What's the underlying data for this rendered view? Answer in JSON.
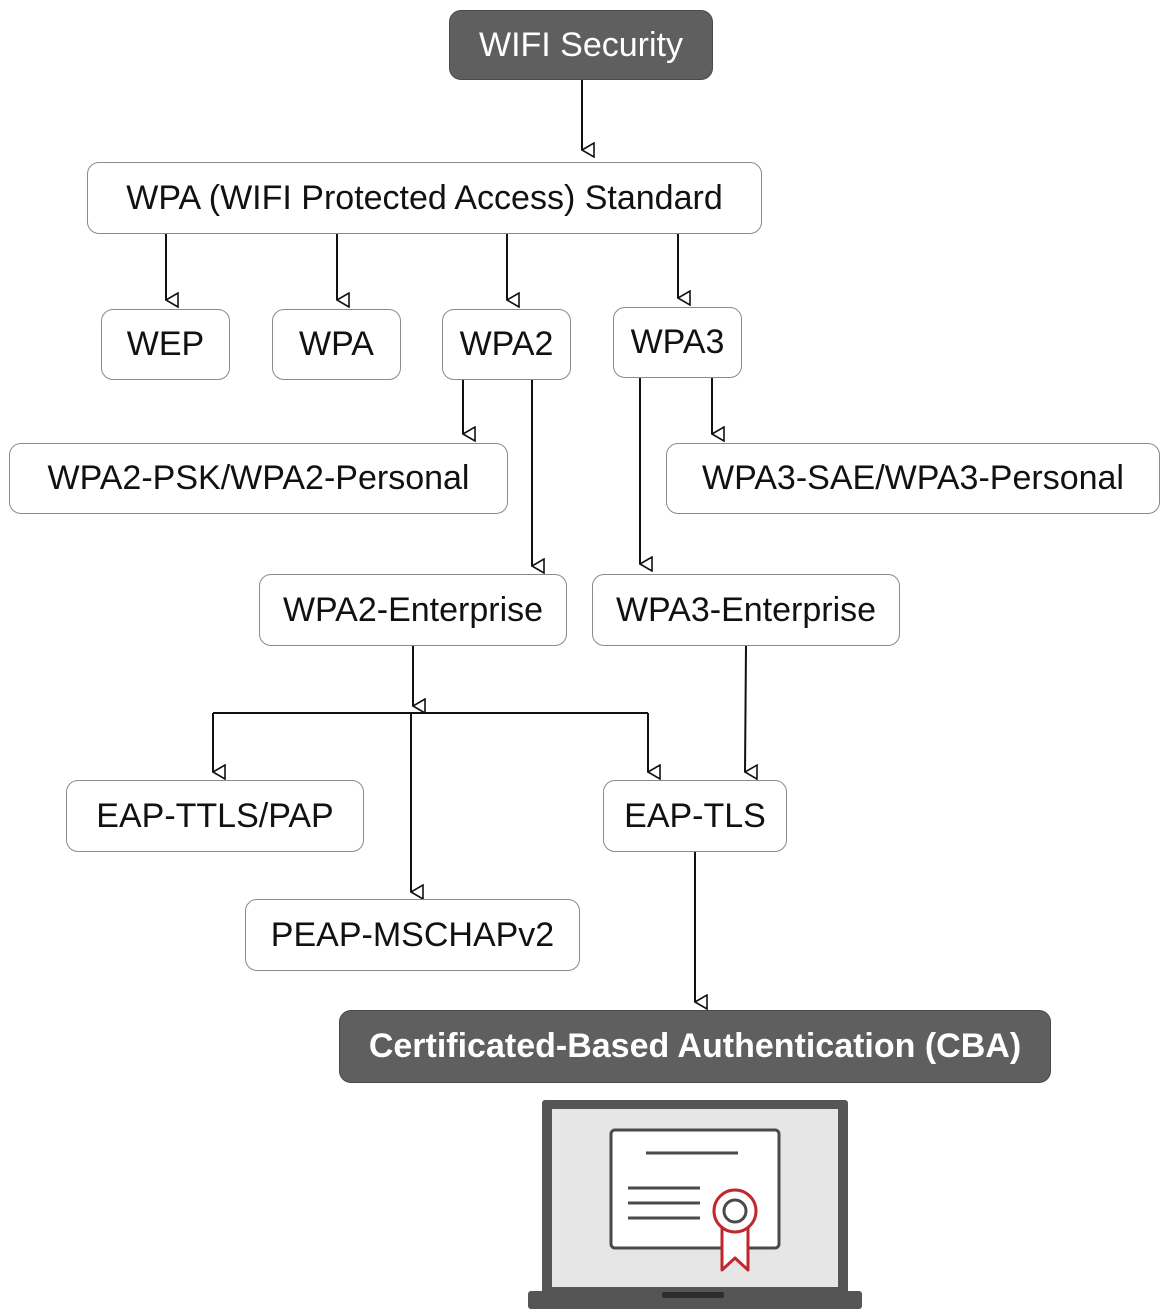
{
  "colors": {
    "dark_node_fill": "#5f5f5f",
    "dark_node_text": "#ffffff",
    "light_node_border": "#8a8a8a",
    "connector": "#111111",
    "seal_accent": "#c0282e"
  },
  "nodes": {
    "root": "WIFI Security",
    "wpa_standard": "WPA (WIFI Protected Access) Standard",
    "wep": "WEP",
    "wpa": "WPA",
    "wpa2": "WPA2",
    "wpa3": "WPA3",
    "wpa2_psk": "WPA2-PSK/WPA2-Personal",
    "wpa3_sae": "WPA3-SAE/WPA3-Personal",
    "wpa2_enterprise": "WPA2-Enterprise",
    "wpa3_enterprise": "WPA3-Enterprise",
    "eap_ttls": "EAP-TTLS/PAP",
    "eap_tls": "EAP-TLS",
    "peap": "PEAP-MSCHAPv2",
    "cba": "Certificated-Based Authentication (CBA)"
  },
  "edges": [
    {
      "from": "root",
      "to": "wpa_standard"
    },
    {
      "from": "wpa_standard",
      "to": "wep"
    },
    {
      "from": "wpa_standard",
      "to": "wpa"
    },
    {
      "from": "wpa_standard",
      "to": "wpa2"
    },
    {
      "from": "wpa_standard",
      "to": "wpa3"
    },
    {
      "from": "wpa2",
      "to": "wpa2_psk"
    },
    {
      "from": "wpa2",
      "to": "wpa2_enterprise"
    },
    {
      "from": "wpa3",
      "to": "wpa3_sae"
    },
    {
      "from": "wpa3",
      "to": "wpa3_enterprise"
    },
    {
      "from": "wpa2_enterprise",
      "to": "eap_ttls"
    },
    {
      "from": "wpa2_enterprise",
      "to": "peap"
    },
    {
      "from": "wpa2_enterprise",
      "to": "eap_tls"
    },
    {
      "from": "wpa3_enterprise",
      "to": "eap_tls"
    },
    {
      "from": "eap_tls",
      "to": "cba"
    }
  ],
  "illustration": {
    "icon": "laptop-certificate-icon"
  }
}
